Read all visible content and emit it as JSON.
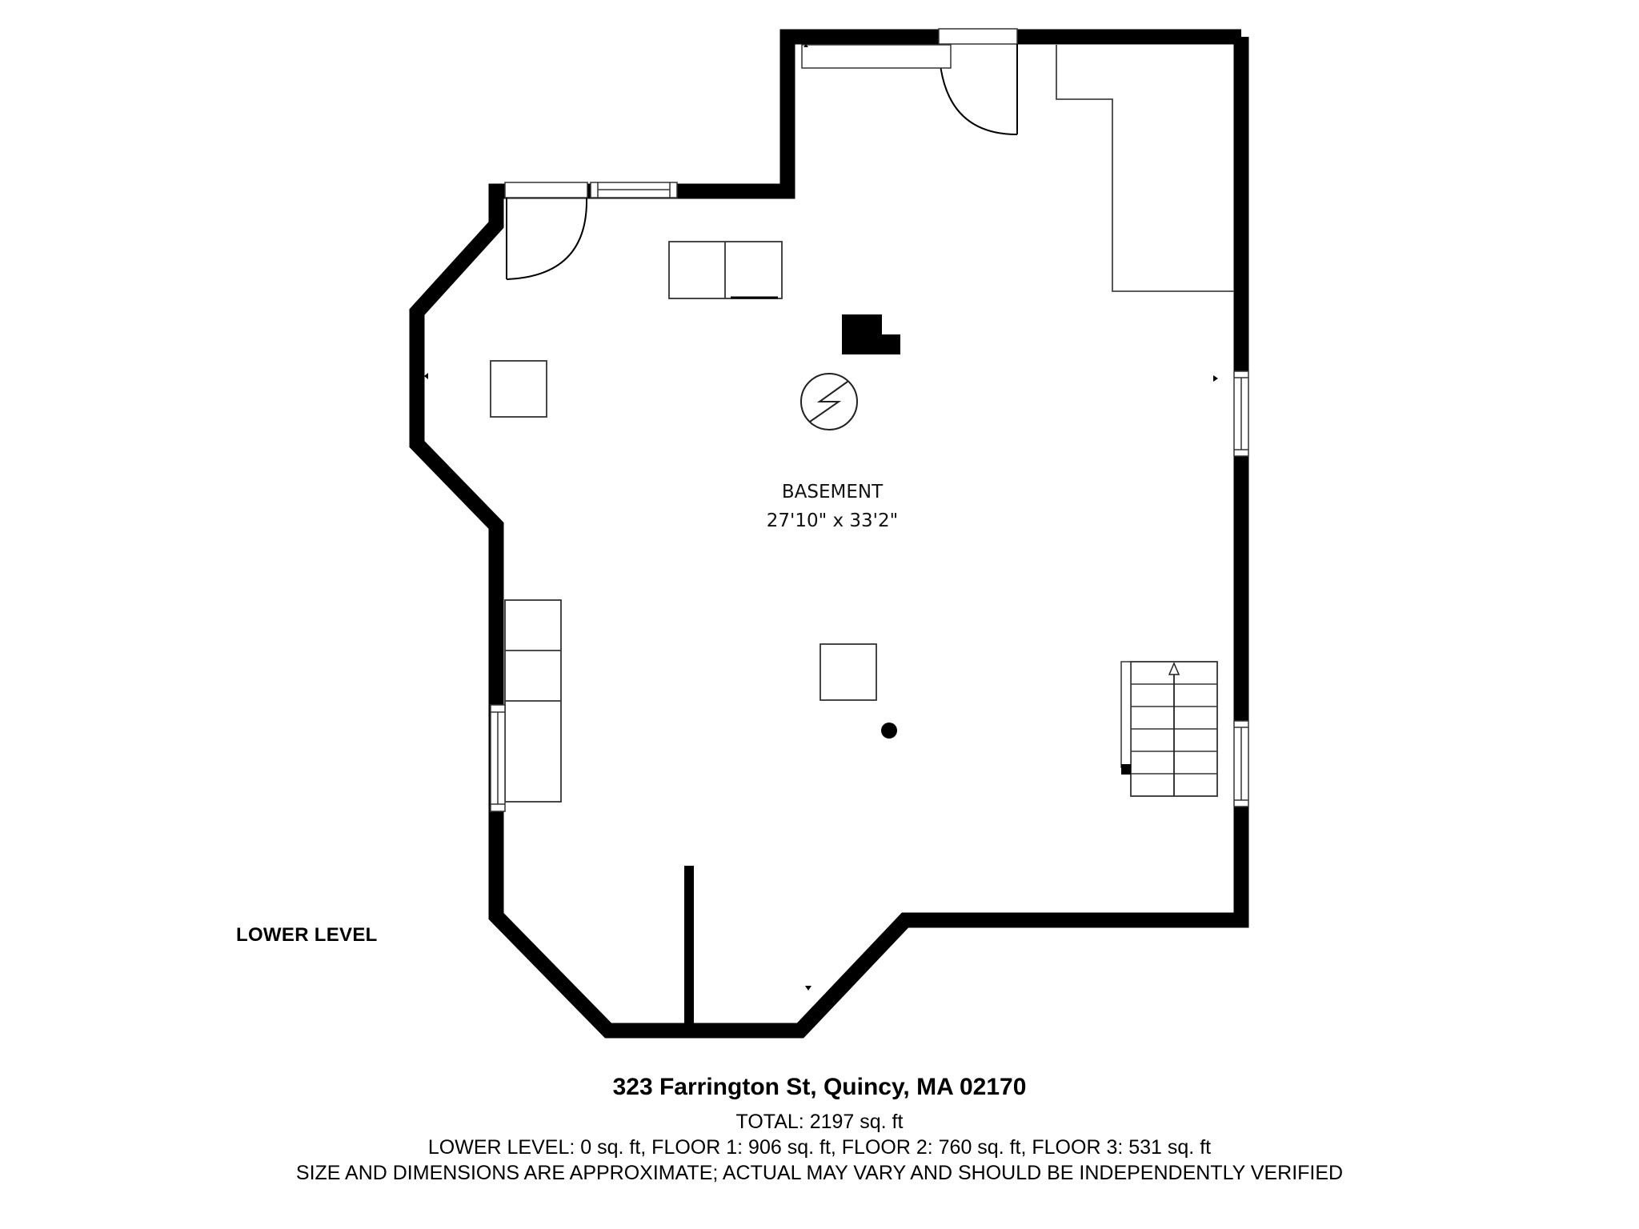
{
  "floorplan": {
    "level_label": "LOWER LEVEL",
    "rooms": [
      {
        "name": "BASEMENT",
        "dimensions": "27'10\" x 33'2\""
      }
    ],
    "fixtures": [
      "door-top",
      "door-top-left",
      "window-top-left",
      "window-left",
      "window-right-upper",
      "window-right-lower",
      "staircase",
      "furnace",
      "water-heater",
      "cabinet-pair",
      "counter-top",
      "closet-right",
      "shelving-left",
      "square-box-left",
      "square-box-center",
      "column-post",
      "partition-wall"
    ],
    "colors": {
      "wall": "#000000",
      "line": "#333333",
      "background": "#ffffff"
    }
  },
  "footer": {
    "address": "323 Farrington St, Quincy, MA 02170",
    "total": "TOTAL:  2197 sq. ft",
    "breakdown": "LOWER LEVEL: 0 sq. ft, FLOOR 1:  906 sq. ft, FLOOR 2: 760 sq. ft, FLOOR 3: 531 sq. ft",
    "disclaimer": "SIZE AND DIMENSIONS ARE APPROXIMATE; ACTUAL MAY VARY AND SHOULD BE INDEPENDENTLY VERIFIED"
  }
}
